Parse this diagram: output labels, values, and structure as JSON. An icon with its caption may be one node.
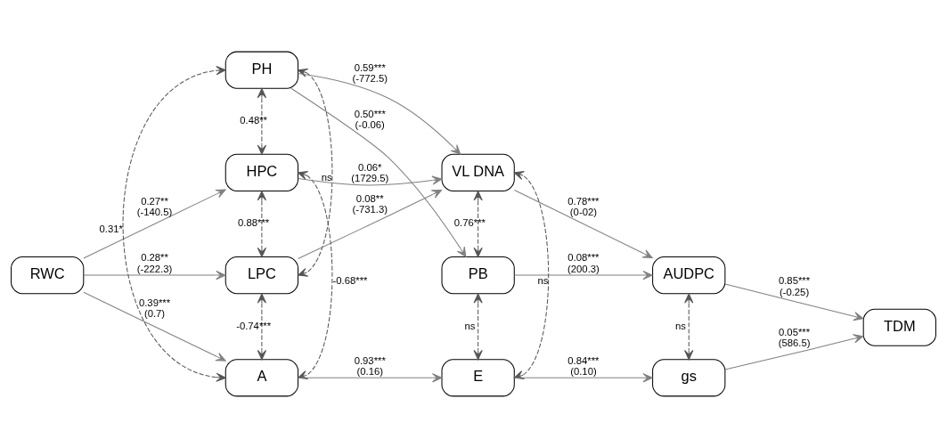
{
  "diagram": {
    "nodes": [
      {
        "text": [
          "RWC"
        ]
      },
      {
        "text": [
          "PH"
        ]
      },
      {
        "text": [
          "HPC"
        ]
      },
      {
        "text": [
          "LPC"
        ]
      },
      {
        "text": [
          "A"
        ]
      },
      {
        "text": [
          "VL DNA"
        ]
      },
      {
        "text": [
          "PB"
        ]
      },
      {
        "text": [
          "E"
        ]
      },
      {
        "text": [
          "AUDPC"
        ]
      },
      {
        "text": [
          "gs"
        ]
      },
      {
        "text": [
          "TDM"
        ]
      }
    ],
    "edges": [
      {
        "from": 0,
        "to": 2,
        "arrow": "to",
        "label": "0.27** (-140.5)"
      },
      {
        "from": 0,
        "to": 3,
        "arrow": "to",
        "label": "0.28** (-222.3)"
      },
      {
        "from": 0,
        "to": 4,
        "arrow": "to",
        "label": "0.39*** (0.7)"
      },
      {
        "from": 1,
        "to": 2,
        "arrow": "both",
        "style": "dashed",
        "label": "0.48**"
      },
      {
        "from": 2,
        "to": 3,
        "arrow": "both",
        "style": "dashed",
        "label": "0.88***"
      },
      {
        "from": 3,
        "to": 4,
        "arrow": "both",
        "style": "dashed",
        "label": "-0.74***"
      },
      {
        "from": 4,
        "to": 1,
        "arrow": "both",
        "style": "dashed",
        "label": "0.31*"
      },
      {
        "from": 1,
        "to": 3,
        "arrow": "both",
        "style": "dashed",
        "label": "ns"
      },
      {
        "from": 2,
        "to": 4,
        "arrow": "both",
        "style": "dashed",
        "label": "-0.68***"
      },
      {
        "from": 1,
        "to": 5,
        "arrow": "to",
        "label": "0.59*** (-772.5)"
      },
      {
        "from": 1,
        "to": 6,
        "arrow": "to",
        "label": "0.50*** (-0.06)"
      },
      {
        "from": 2,
        "to": 5,
        "arrow": "to",
        "label": "0.06* (1729.5)"
      },
      {
        "from": 3,
        "to": 5,
        "arrow": "to",
        "label": "0.08** (-731.3)"
      },
      {
        "from": 4,
        "to": 7,
        "arrow": "to",
        "label": "0.93*** (0.16)"
      },
      {
        "from": 5,
        "to": 6,
        "arrow": "both",
        "style": "dashed",
        "label": "0.76***"
      },
      {
        "from": 6,
        "to": 7,
        "arrow": "both",
        "style": "dashed",
        "label": "ns"
      },
      {
        "from": 7,
        "to": 5,
        "arrow": "both",
        "style": "dashed",
        "label": "ns"
      },
      {
        "from": 5,
        "to": 8,
        "arrow": "to",
        "label": "0.78*** (0-02)"
      },
      {
        "from": 6,
        "to": 8,
        "arrow": "to",
        "label": "0.08*** (200.3)"
      },
      {
        "from": 7,
        "to": 9,
        "arrow": "to",
        "label": "0.84*** (0.10)"
      },
      {
        "from": 8,
        "to": 9,
        "arrow": "both",
        "style": "dashed",
        "label": "ns"
      },
      {
        "from": 8,
        "to": 10,
        "arrow": "to",
        "label": "0.85*** (-0.25)"
      },
      {
        "from": 9,
        "to": 10,
        "arrow": "to",
        "label": "0.05*** (586.5)"
      }
    ]
  }
}
